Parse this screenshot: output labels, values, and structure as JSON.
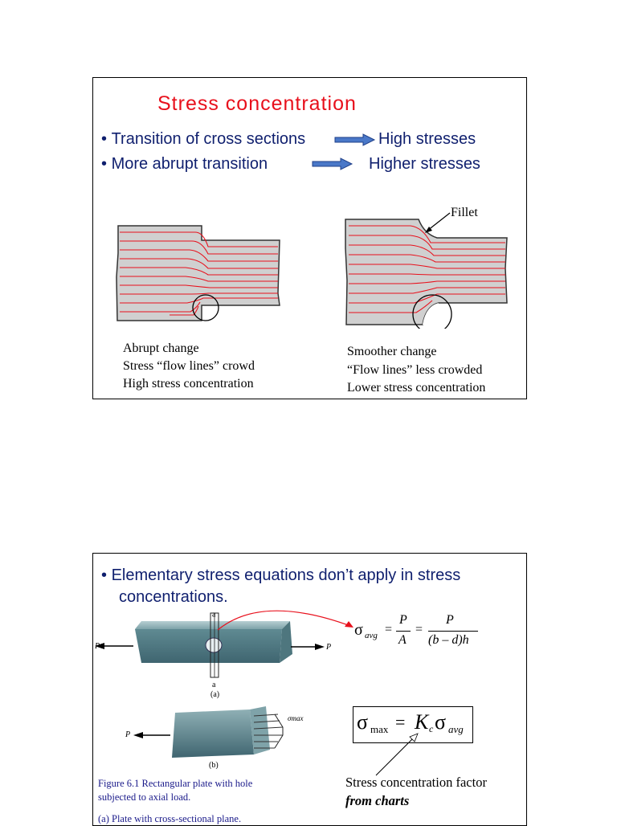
{
  "slide1": {
    "title": "Stress concentration",
    "bullets": [
      {
        "left": "Transition of cross sections",
        "right": "High stresses"
      },
      {
        "left": "More abrupt transition",
        "right": "Higher stresses"
      }
    ],
    "fillet_label": "Fillet",
    "left_caption": [
      "Abrupt change",
      "Stress “flow lines” crowd",
      "High stress concentration"
    ],
    "right_caption": [
      "Smoother change",
      "“Flow lines” less crowded",
      "Lower stress concentration"
    ]
  },
  "slide2": {
    "bullet_lines": [
      "Elementary stress equations don’t apply in stress",
      "concentrations."
    ],
    "figure": {
      "load_label": "P",
      "section_label": "a",
      "sub_a": "(a)",
      "sub_b": "(b)",
      "sigma_max_label": "σmax",
      "caption_lines": [
        "Figure 6.1  Rectangular plate with hole",
        "subjected to axial load.",
        "(a) Plate with cross-sectional plane."
      ]
    },
    "equation_avg": {
      "sigma": "σ",
      "subscript": "avg",
      "num1": "P",
      "den1": "A",
      "num2": "P",
      "den2": "(b – d)h"
    },
    "equation_max": {
      "sigma": "σ",
      "subscript_max": "max",
      "equals": "=",
      "K": "K",
      "K_sub": "c",
      "sigma2": "σ",
      "subscript_avg": "avg"
    },
    "note_line1": "Stress concentration factor",
    "note_line2": "from charts"
  },
  "colors": {
    "title_red": "#e8101c",
    "bullet_navy": "#0f1f6e",
    "flow_line_red": "#e8101c",
    "specimen_gray": "#d0d0d0",
    "arrow_blue": "#4a78c8",
    "plate_teal": "#6f9aa1"
  }
}
